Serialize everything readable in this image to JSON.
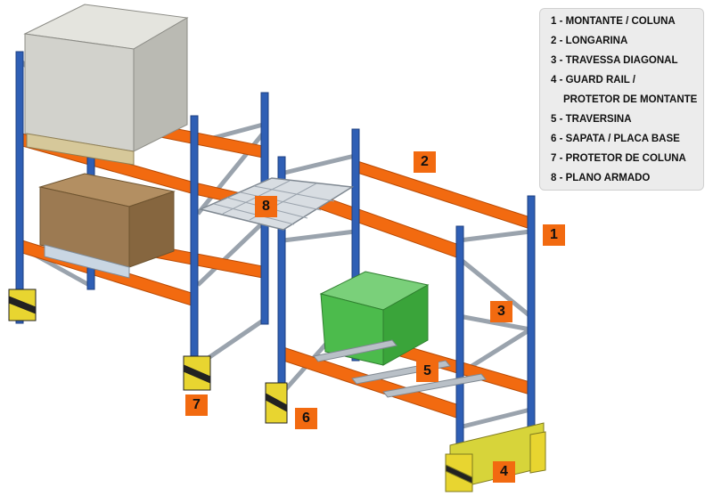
{
  "legend": {
    "items": [
      "1 - MONTANTE / COLUNA",
      "2 - LONGARINA",
      "3 - TRAVESSA DIAGONAL",
      "4 - GUARD RAIL /",
      "PROTETOR DE MONTANTE",
      "5 - TRAVERSINA",
      "6 - SAPATA / PLACA BASE",
      "7 - PROTETOR DE COLUNA",
      "8 - PLANO ARMADO"
    ]
  },
  "callouts": [
    "1",
    "2",
    "3",
    "4",
    "5",
    "6",
    "7",
    "8"
  ],
  "colors": {
    "upright": "#2f5fb5",
    "beam": "#f26a10",
    "brace": "#9aa3ad",
    "guard": "#d7d43a",
    "bin": "#4cbb4c",
    "carton": "#9c7a52",
    "pallet_load": "#c9c9c2",
    "callout_bg": "#f26a10",
    "legend_bg": "#ececec"
  }
}
